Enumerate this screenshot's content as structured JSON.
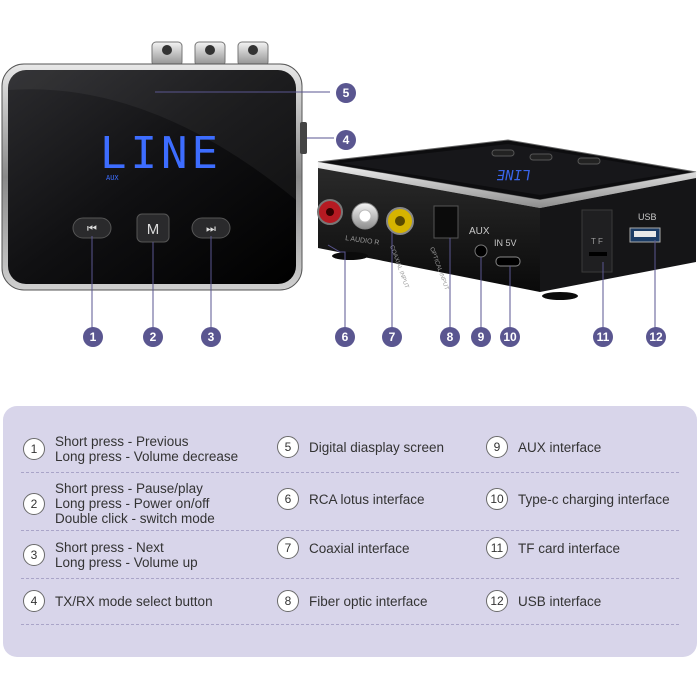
{
  "device": {
    "display_text": "LINE",
    "display_subtext": "AUX",
    "mode_button_label": "M",
    "port_labels": {
      "rca": "L AUDIO R",
      "coaxial": "COAXIAL INPUT",
      "optical": "OPTICAL INPUT",
      "aux": "AUX",
      "usb_c": "IN 5V",
      "tf": "T F",
      "usb": "USB"
    }
  },
  "callouts": [
    "1",
    "2",
    "3",
    "4",
    "5",
    "6",
    "7",
    "8",
    "9",
    "10",
    "11",
    "12"
  ],
  "legend": {
    "rows": [
      [
        {
          "num": "1",
          "lines": [
            "Short press - Previous",
            "Long press - Volume decrease"
          ]
        },
        {
          "num": "5",
          "lines": [
            "Digital diasplay screen"
          ]
        },
        {
          "num": "9",
          "lines": [
            "AUX interface"
          ]
        }
      ],
      [
        {
          "num": "2",
          "lines": [
            "Short press - Pause/play",
            "Long press - Power on/off",
            "Double click - switch mode"
          ]
        },
        {
          "num": "6",
          "lines": [
            "RCA lotus interface"
          ]
        },
        {
          "num": "10",
          "lines": [
            "Type-c charging interface"
          ]
        }
      ],
      [
        {
          "num": "3",
          "lines": [
            "Short press - Next",
            "Long press - Volume up"
          ]
        },
        {
          "num": "7",
          "lines": [
            "Coaxial interface"
          ]
        },
        {
          "num": "11",
          "lines": [
            "TF card interface"
          ]
        }
      ],
      [
        {
          "num": "4",
          "lines": [
            "TX/RX mode select button"
          ]
        },
        {
          "num": "8",
          "lines": [
            "Fiber optic interface"
          ]
        },
        {
          "num": "12",
          "lines": [
            "USB interface"
          ]
        }
      ]
    ]
  },
  "colors": {
    "badge": "#5a5690",
    "legend_bg": "#d8d5ea",
    "lcd": "#3d6dff"
  }
}
